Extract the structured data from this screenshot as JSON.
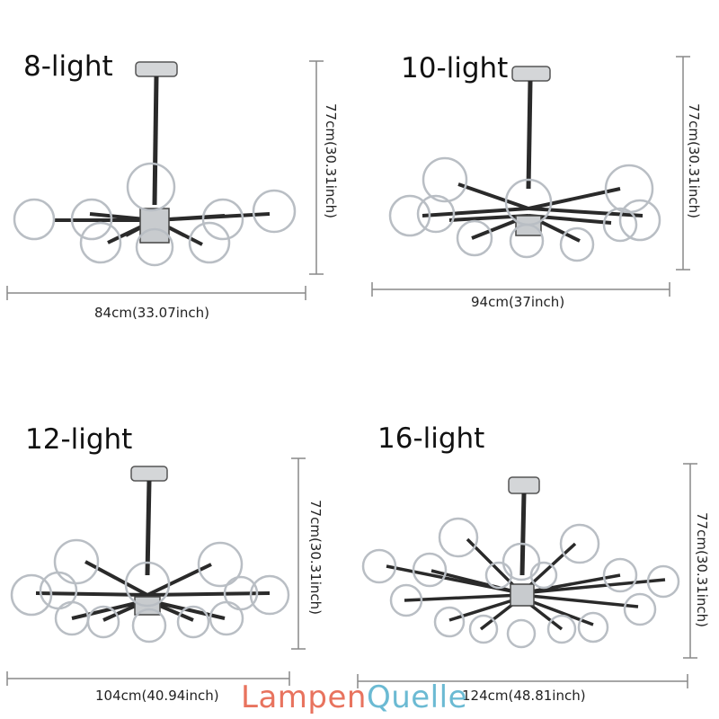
{
  "products": [
    {
      "title": "8-light",
      "width_label": "84cm(33.07inch)",
      "height_label": "77cm(30.31inch)",
      "bulbs": 8
    },
    {
      "title": "10-light",
      "width_label": "94cm(37inch)",
      "height_label": "77cm(30.31inch)",
      "bulbs": 10
    },
    {
      "title": "12-light",
      "width_label": "104cm(40.94inch)",
      "height_label": "77cm(30.31inch)",
      "bulbs": 12
    },
    {
      "title": "16-light",
      "width_label": "124cm(48.81inch)",
      "height_label": "77cm(30.31inch)",
      "bulbs": 16
    }
  ],
  "watermark": {
    "part1": "Lampen",
    "part2": "Quelle",
    "color1": "#e8735e",
    "color2": "#6bbad3"
  },
  "colors": {
    "arm": "#2a2a2a",
    "glass": "#b9bec4",
    "chrome": "#9aa0a6",
    "dimension_line": "#888888"
  }
}
